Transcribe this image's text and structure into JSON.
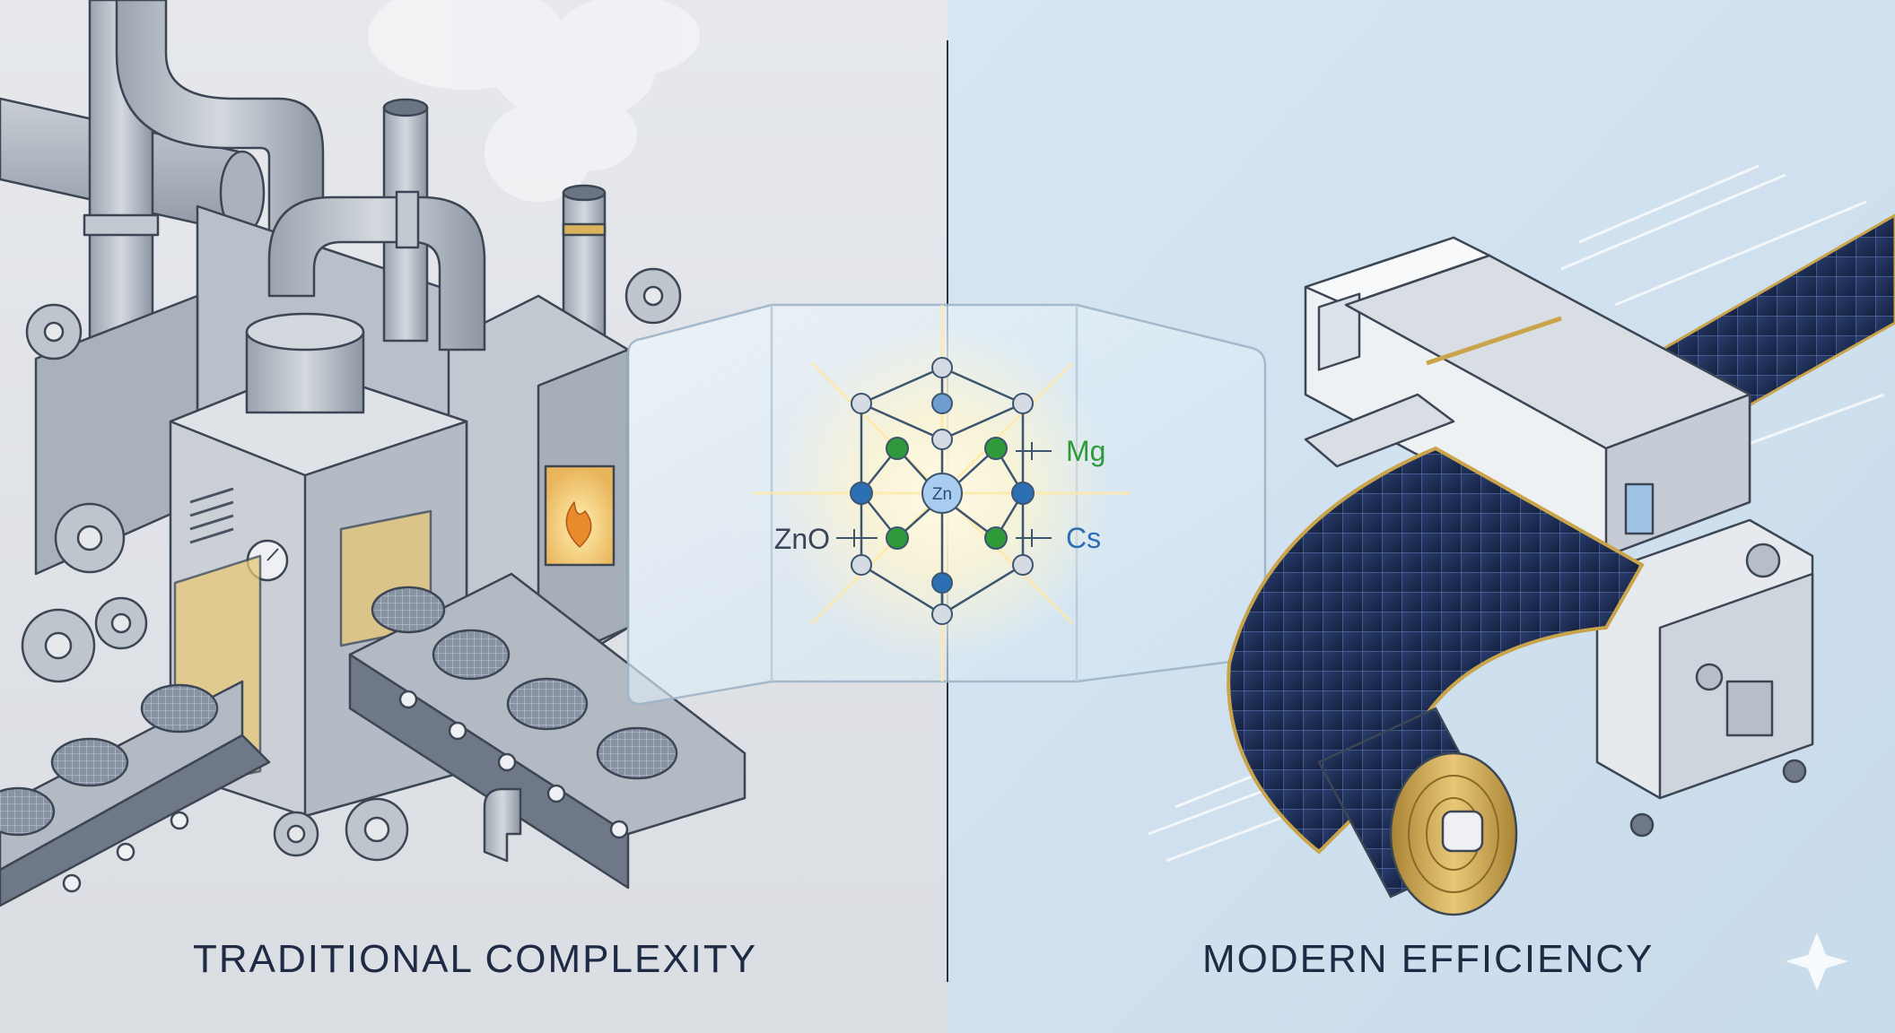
{
  "captions": {
    "left": "TRADITIONAL COMPLEXITY",
    "right": "MODERN EFFICIENCY"
  },
  "molecule": {
    "center": "Zn",
    "left_label": "ZnO",
    "right_top_label": "Mg",
    "right_bottom_label": "Cs"
  },
  "colors": {
    "left_bg": "#dfe2e7",
    "right_bg": "#cfe0ee",
    "text_dark": "#1f2a44",
    "mg_green": "#2e9a3a",
    "cs_blue": "#2c6fb3",
    "solar_navy": "#1e2f5a",
    "gold": "#c9a44a"
  }
}
